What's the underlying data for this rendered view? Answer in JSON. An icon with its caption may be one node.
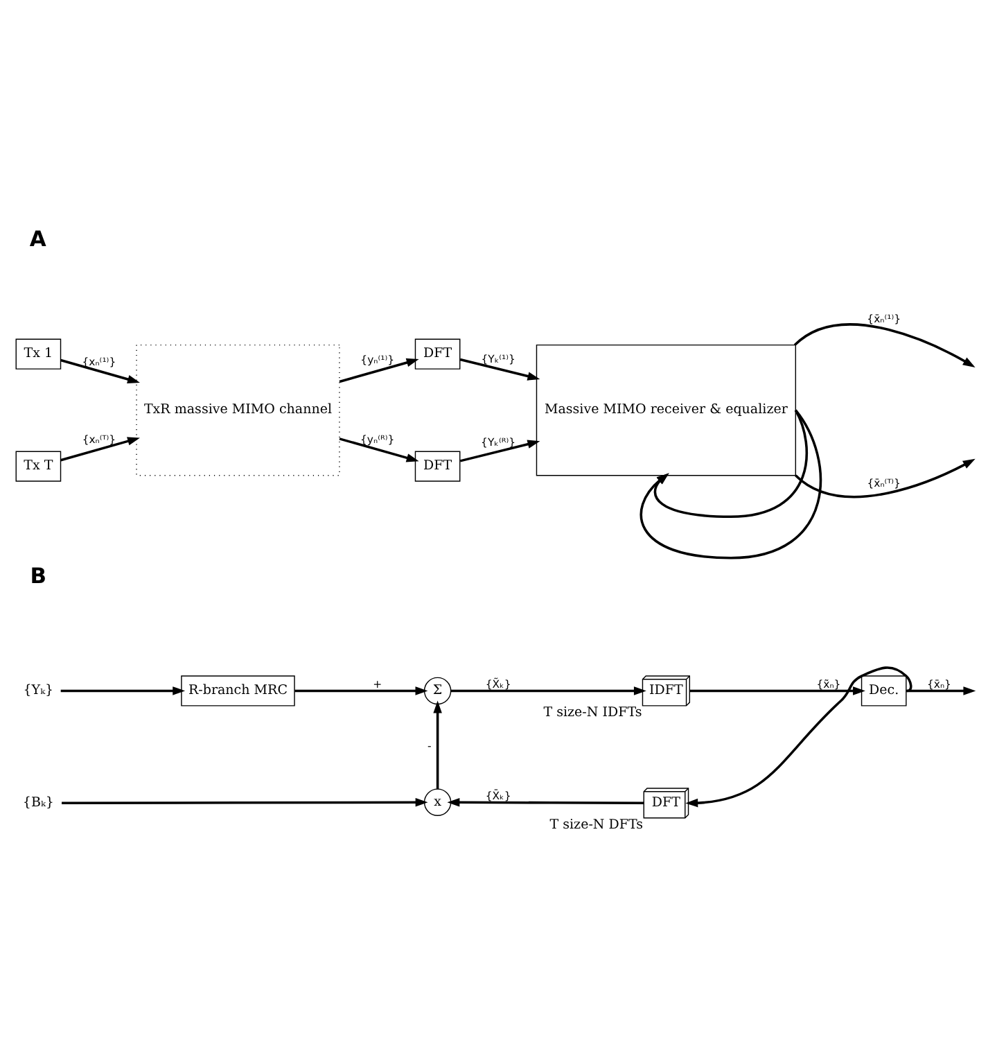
{
  "diagram": {
    "nodes": [
      {
        "text": [
          "Tx 1"
        ]
      },
      {
        "text": [
          "Tx T"
        ]
      },
      {
        "text": [
          "TxR massive MIMO channel"
        ]
      },
      {
        "text": [
          "DFT"
        ]
      },
      {
        "text": [
          "DFT"
        ]
      },
      {
        "text": [
          "Massive MIMO receiver & equalizer"
        ]
      },
      {
        "text": [
          "{Yₖ}"
        ]
      },
      {
        "text": [
          "R-branch MRC"
        ]
      },
      {
        "text": [
          "Σ"
        ]
      },
      {
        "text": [
          "IDFT"
        ],
        "beside": [
          "T size-N IDFTs"
        ]
      },
      {
        "text": [
          "Dec."
        ]
      },
      {
        "text": [
          "{Bₖ}"
        ]
      },
      {
        "text": [
          "x"
        ]
      },
      {
        "text": [
          "DFT"
        ],
        "beside": [
          "T size-N DFTs"
        ]
      }
    ],
    "edges": [
      {
        "from": 0,
        "to": 2,
        "arrow": "to",
        "label": "{xₙ⁽¹⁾}"
      },
      {
        "from": 1,
        "to": 2,
        "arrow": "to",
        "label": "{xₙ⁽ᵀ⁾}"
      },
      {
        "from": 2,
        "to": 3,
        "arrow": "to",
        "label": "{yₙ⁽¹⁾}"
      },
      {
        "from": 2,
        "to": 4,
        "arrow": "to",
        "label": "{yₙ⁽ᴿ⁾}"
      },
      {
        "from": 3,
        "to": 5,
        "arrow": "to",
        "label": "{Yₖ⁽¹⁾}"
      },
      {
        "from": 4,
        "to": 5,
        "arrow": "to",
        "label": "{Yₖ⁽ᴿ⁾}"
      },
      {
        "from": 5,
        "to": null,
        "arrow": "to",
        "label": "{x̄ₙ⁽¹⁾}"
      },
      {
        "from": 5,
        "to": null,
        "arrow": "to",
        "label": "{x̄ₙ⁽ᵀ⁾}"
      },
      {
        "from": 5,
        "to": 5,
        "arrow": "to"
      },
      {
        "from": 5,
        "to": 5,
        "arrow": "to"
      },
      {
        "from": 6,
        "to": 7,
        "arrow": "to"
      },
      {
        "from": 7,
        "to": 8,
        "arrow": "to",
        "label": "+"
      },
      {
        "from": 8,
        "to": 9,
        "arrow": "to",
        "label": "{X̃ₖ}"
      },
      {
        "from": 9,
        "to": 10,
        "arrow": "to",
        "label": "{x̃ₙ}"
      },
      {
        "from": 10,
        "to": null,
        "arrow": "to",
        "label": "{x̄ₙ}"
      },
      {
        "from": 10,
        "to": 13,
        "arrow": "to"
      },
      {
        "from": 13,
        "to": 12,
        "arrow": "to",
        "label": "{X̄ₖ}"
      },
      {
        "from": 11,
        "to": 12,
        "arrow": "to"
      },
      {
        "from": 12,
        "to": 8,
        "arrow": "to",
        "label": "-"
      }
    ],
    "labels": [
      "A",
      "B"
    ]
  }
}
